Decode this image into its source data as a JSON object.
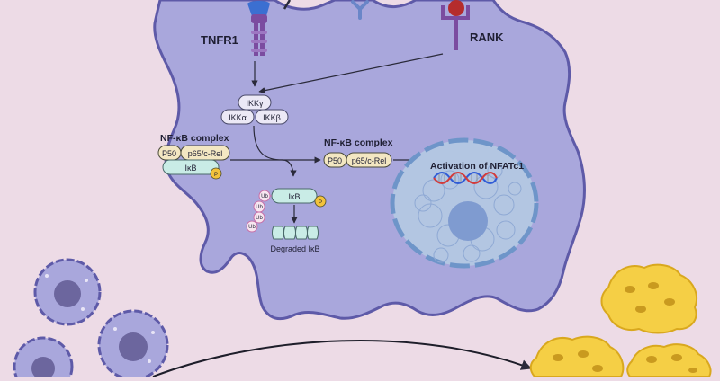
{
  "colors": {
    "background": "#eddbe6",
    "cell_fill": "#a9a7dc",
    "cell_stroke": "#5e5aa8",
    "nucleus_fill": "#b3c6e2",
    "nucleus_stroke": "#6e95c9",
    "complex_fill": "#f3e7c2",
    "ikb_fill": "#c9ece6",
    "phospho": "#f2c23c",
    "ubiquitin": "#c76fa8",
    "receptor": "#7b4ca0",
    "ligand": "#b52c2c",
    "dna_blue": "#2f5bd6",
    "dna_red": "#d33a3a",
    "bone": "#f5cf45"
  },
  "labels": {
    "tnfr1": "TNFR1",
    "rank": "RANK",
    "ikk_gamma": "IKKγ",
    "ikk_alpha": "IKKα",
    "ikk_beta": "IKKβ",
    "nfkb_complex_left": "NF-κB complex",
    "nfkb_complex_right": "NF-κB complex",
    "p50_left": "P50",
    "p65_left": "p65/c-Rel",
    "ikb_left": "IκB",
    "p_left": "P",
    "p50_right": "P50",
    "p65_right": "p65/c-Rel",
    "ikb_mid": "IκB",
    "p_mid": "P",
    "ub": "Ub",
    "degraded_ikb": "Degraded IκB",
    "activation": "Activation of NFATc1"
  }
}
